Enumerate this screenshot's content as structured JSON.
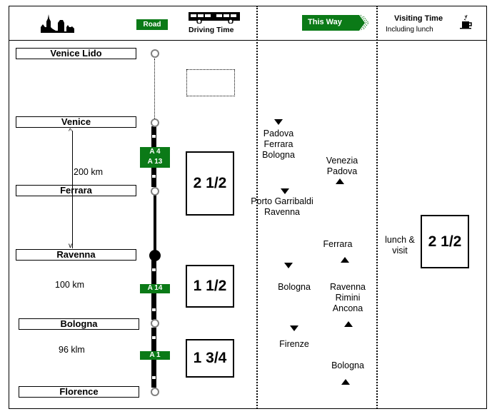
{
  "header": {
    "road_label": "Road",
    "driving_time_label": "Driving Time",
    "this_way_label": "This Way",
    "visiting_time_label": "Visiting Time",
    "including_lunch_label": "Including lunch",
    "icons": [
      "city-skyline-icon",
      "bus-icon",
      "arrow-chevron-icon",
      "coffee-cup-icon"
    ],
    "colors": {
      "road_sign": "#0b7a17",
      "stop_outline": "#808080"
    }
  },
  "cities": [
    {
      "name": "Venice Lido"
    },
    {
      "name": "Venice"
    },
    {
      "name": "Ferrara"
    },
    {
      "name": "Ravenna"
    },
    {
      "name": "Bologna"
    },
    {
      "name": "Florence"
    }
  ],
  "distances": [
    {
      "label": "200 km",
      "from": "Venice",
      "to": "Ravenna"
    },
    {
      "label": "100 km",
      "from": "Ravenna",
      "to": "Bologna"
    },
    {
      "label": "96 klm",
      "from": "Bologna",
      "to": "Florence"
    }
  ],
  "roads": [
    {
      "line1": "A 4",
      "line2": "A 13"
    },
    {
      "line1": "A 14"
    },
    {
      "line1": "A 1"
    }
  ],
  "driving_times": [
    "2 1/2",
    "1 1/2",
    "1 3/4"
  ],
  "directions": {
    "southbound": [
      {
        "text": [
          "Padova",
          "Ferrara",
          "Bologna"
        ]
      },
      {
        "text": [
          "Porto Garribaldi",
          "Ravenna"
        ]
      },
      {
        "text": [
          "Bologna"
        ]
      },
      {
        "text": [
          "Firenze"
        ]
      }
    ],
    "northbound": [
      {
        "text": [
          "Venezia",
          "Padova"
        ]
      },
      {
        "text": [
          "Ferrara"
        ]
      },
      {
        "text": [
          "Ravenna",
          "Rimini",
          "Ancona"
        ]
      },
      {
        "text": [
          "Bologna"
        ]
      }
    ]
  },
  "visit": {
    "label_line1": "lunch &",
    "label_line2": "visit",
    "time": "2 1/2"
  }
}
